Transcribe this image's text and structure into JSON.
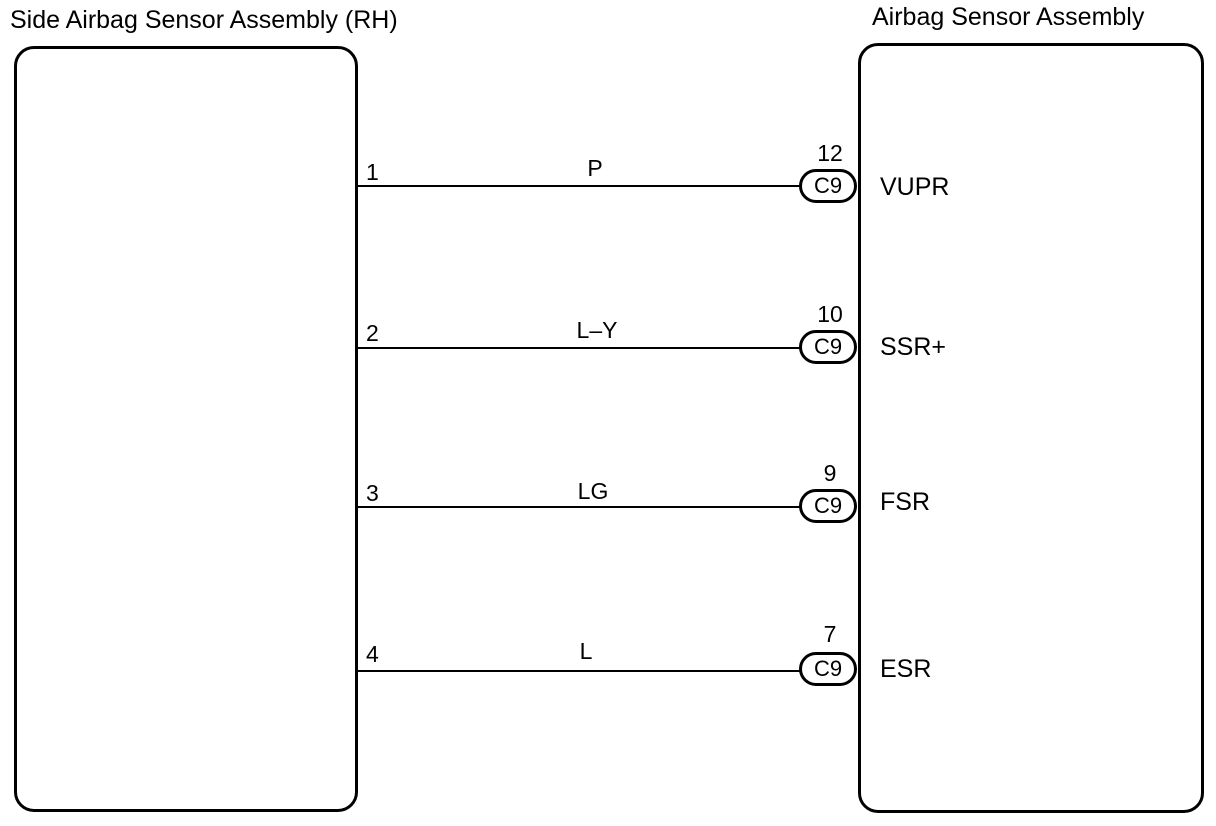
{
  "left_component": {
    "title": "Side Airbag Sensor Assembly (RH)"
  },
  "right_component": {
    "title": "Airbag Sensor Assembly"
  },
  "connections": [
    {
      "left_pin": "1",
      "wire_color": "P",
      "connector_pin": "12",
      "connector": "C9",
      "signal": "VUPR"
    },
    {
      "left_pin": "2",
      "wire_color": "L–Y",
      "connector_pin": "10",
      "connector": "C9",
      "signal": "SSR+"
    },
    {
      "left_pin": "3",
      "wire_color": "LG",
      "connector_pin": "9",
      "connector": "C9",
      "signal": "FSR"
    },
    {
      "left_pin": "4",
      "wire_color": "L",
      "connector_pin": "7",
      "connector": "C9",
      "signal": "ESR"
    }
  ]
}
